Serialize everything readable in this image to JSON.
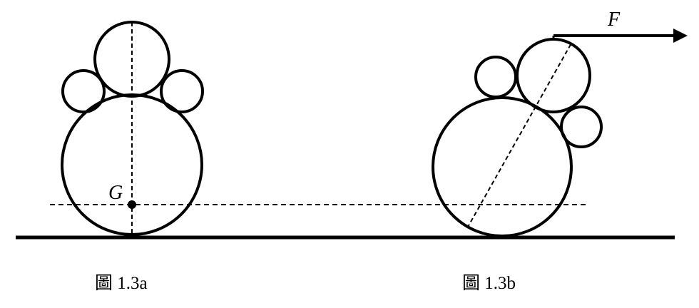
{
  "labels": {
    "center_of_gravity": "G",
    "force": "F"
  },
  "captions": {
    "left": "圖 1.3a",
    "right": "圖 1.3b"
  },
  "colors": {
    "ink": "#000000",
    "background": "#ffffff"
  }
}
